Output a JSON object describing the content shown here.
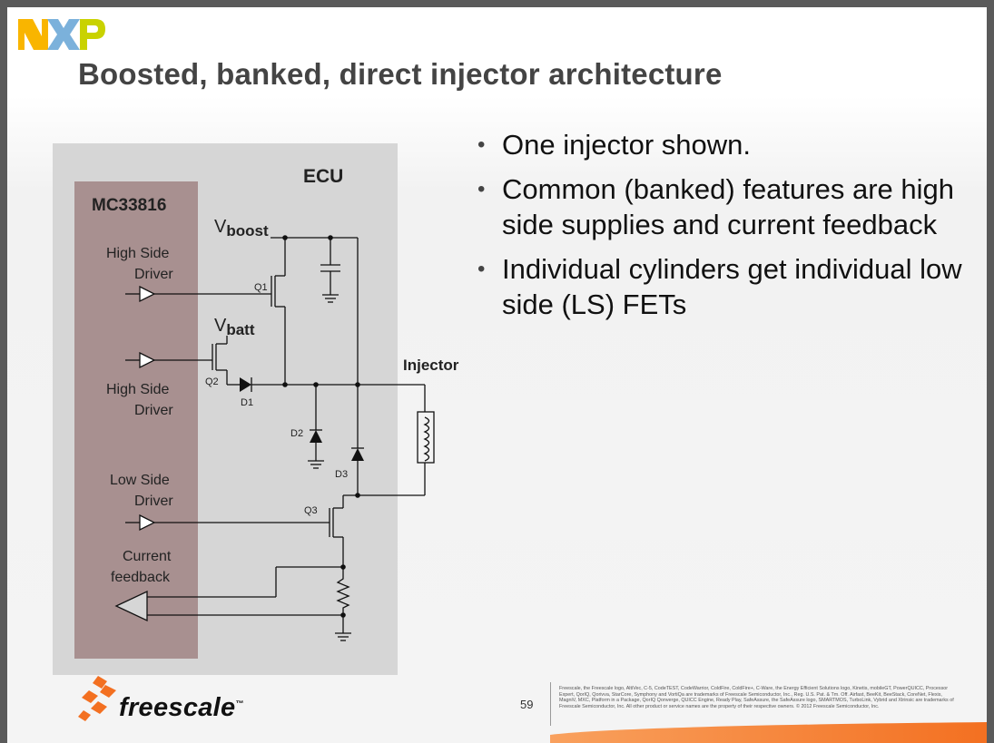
{
  "slide": {
    "title": "Boosted, banked, direct injector architecture",
    "logo_text": "NXP",
    "bullets": [
      "One injector shown.",
      "Common (banked) features are high side supplies and current feedback",
      "Individual cylinders get individual low side (LS) FETs"
    ]
  },
  "diagram": {
    "ecu_label": "ECU",
    "chip_label": "MC33816",
    "high_side_driver_1": [
      "High Side",
      "Driver"
    ],
    "high_side_driver_2": [
      "High Side",
      "Driver"
    ],
    "low_side_driver": [
      "Low Side",
      "Driver"
    ],
    "current_feedback": [
      "Current",
      "feedback"
    ],
    "vboost_main": "V",
    "vboost_sub": "boost",
    "vbatt_main": "V",
    "vbatt_sub": "batt",
    "injector_label": "Injector",
    "q1": "Q1",
    "q2": "Q2",
    "q3": "Q3",
    "d1": "D1",
    "d2": "D2",
    "d3": "D3"
  },
  "footer": {
    "brand": "freescale",
    "tm": "™",
    "page_number": "59",
    "legal": "Freescale, the Freescale logo, AltiVec, C-5, CodeTEST, CodeWarrior, ColdFire, ColdFire+, C-Ware, the Energy Efficient Solutions logo, Kinetis, mobileGT, PowerQUICC, Processor Expert, QorIQ, Qorivva, StarCore, Symphony and VortiQa are trademarks of Freescale Semiconductor, Inc., Reg. U.S. Pat. & Tm. Off. Airfast, BeeKit, BeeStack, CoreNet, Flexis, MagniV, MXC, Platform in a Package, QorIQ Qonverge, QUICC Engine, Ready Play, SafeAssure, the SafeAssure logo, SMARTMOS, TurboLink, Vybrid and Xtrinsic are trademarks of Freescale Semiconductor, Inc. All other product or service names are the property of their respective owners. © 2012 Freescale Semiconductor, Inc."
  },
  "colors": {
    "ecu_bg": "#d6d6d6",
    "chip_bg": "#a89090",
    "nxp_yellow": "#f9b500",
    "nxp_blue": "#7bb1db",
    "nxp_green": "#c9d200",
    "freescale_orange": "#f37021"
  }
}
